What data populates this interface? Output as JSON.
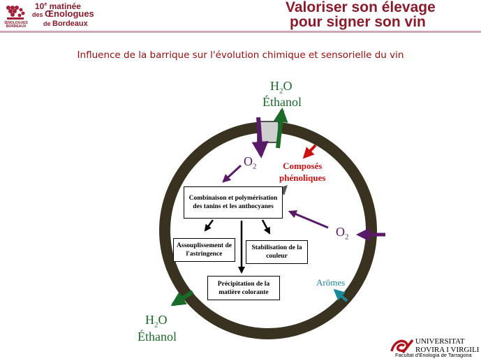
{
  "header": {
    "logo_label": "ŒNOLOGUES BORDEAUX",
    "event_line1_num": "10",
    "event_line1_sup": "e",
    "event_line1_text": " matinée",
    "event_line2_small": "des ",
    "event_line2_big": "Œnologues",
    "event_line3_small": "de ",
    "event_line3_big": "Bordeaux",
    "slide_title_line1": "Valoriser son élevage",
    "slide_title_line2": "pour signer son vin"
  },
  "subtitle": "Influence de la barrique sur l'évolution chimique et sensorielle du vin",
  "diagram": {
    "top_out_h2o_a": "H",
    "top_out_h2o_sub": "2",
    "top_out_h2o_b": "O",
    "top_out_ethanol": "Éthanol",
    "bottom_out_h2o_a": "H",
    "bottom_out_h2o_sub": "2",
    "bottom_out_h2o_b": "O",
    "bottom_out_ethanol": "Éthanol",
    "o2_inner_a": "O",
    "o2_inner_sub": "2",
    "o2_right_a": "O",
    "o2_right_sub": "2",
    "phenolics_line1": "Composés",
    "phenolics_line2": "phénoliques",
    "aromas": "Arômes",
    "box_combination": "Combinaison et polymérisation des tanins et les anthocyanes",
    "box_softening": "Assouplissement de l'astringence",
    "box_stabilisation": "Stabilisation de la couleur",
    "box_precipitation": "Précipitation de la matière colorante",
    "colors": {
      "barrel": "#3a3220",
      "purple": "#5a1a6a",
      "green": "#1a6a2a",
      "red": "#cc1111",
      "teal": "#1a8a9a",
      "grey": "#555555"
    }
  },
  "footer": {
    "university_line1": "UNIVERSITAT",
    "university_line2": "ROVIRA I VIRGILI",
    "faculty": "Facultat d'Enologia de Tarragona"
  }
}
